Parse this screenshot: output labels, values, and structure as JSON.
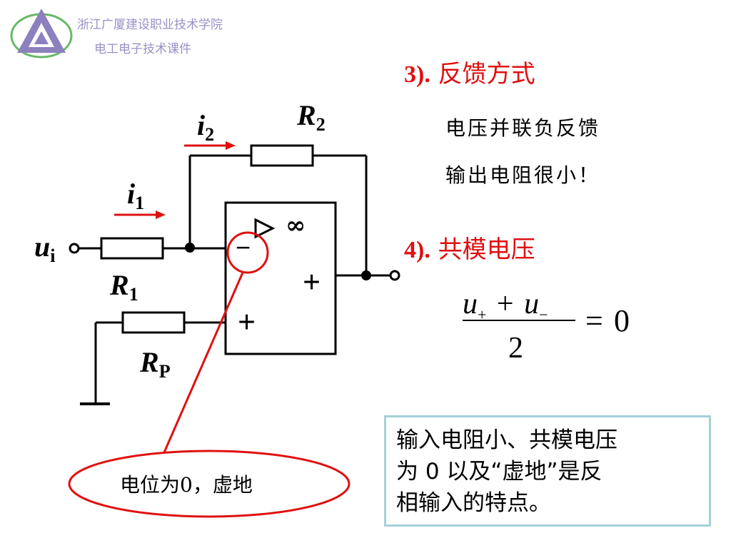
{
  "header": {
    "school": "浙江广厦建设职业技术学院",
    "course": "电工电子技术课件"
  },
  "section3": {
    "number": "3).",
    "title": "反馈方式",
    "line1": "电压并联负反馈",
    "line2": "输出电阻很小！"
  },
  "section4": {
    "number": "4).",
    "title": "共模电压"
  },
  "formula": {
    "numerator_u1": "u",
    "numerator_sub1": "+",
    "plus": "+",
    "numerator_u2": "u",
    "numerator_sub2": "−",
    "denominator": "2",
    "equals": "=",
    "result": "0"
  },
  "circuit": {
    "i2_letter": "i",
    "i2_sub": "2",
    "R2_letter": "R",
    "R2_sub": "2",
    "i1_letter": "i",
    "i1_sub": "1",
    "ui_letter": "u",
    "ui_sub": "i",
    "R1_letter": "R",
    "R1_sub": "1",
    "RP_letter": "R",
    "RP_sub": "P",
    "infinity": "∞",
    "minus": "−",
    "plus_in": "+",
    "plus_out": "+"
  },
  "callout": {
    "text": "电位为0，虚地"
  },
  "note": {
    "line1": "输入电阻小、共模电压",
    "line2": "为 0 以及“虚地”是反",
    "line3": "相输入的特点。"
  },
  "colors": {
    "accent_red": "#e01010",
    "header_purple": "#9b8fc8",
    "note_border": "#a6d0d8"
  }
}
